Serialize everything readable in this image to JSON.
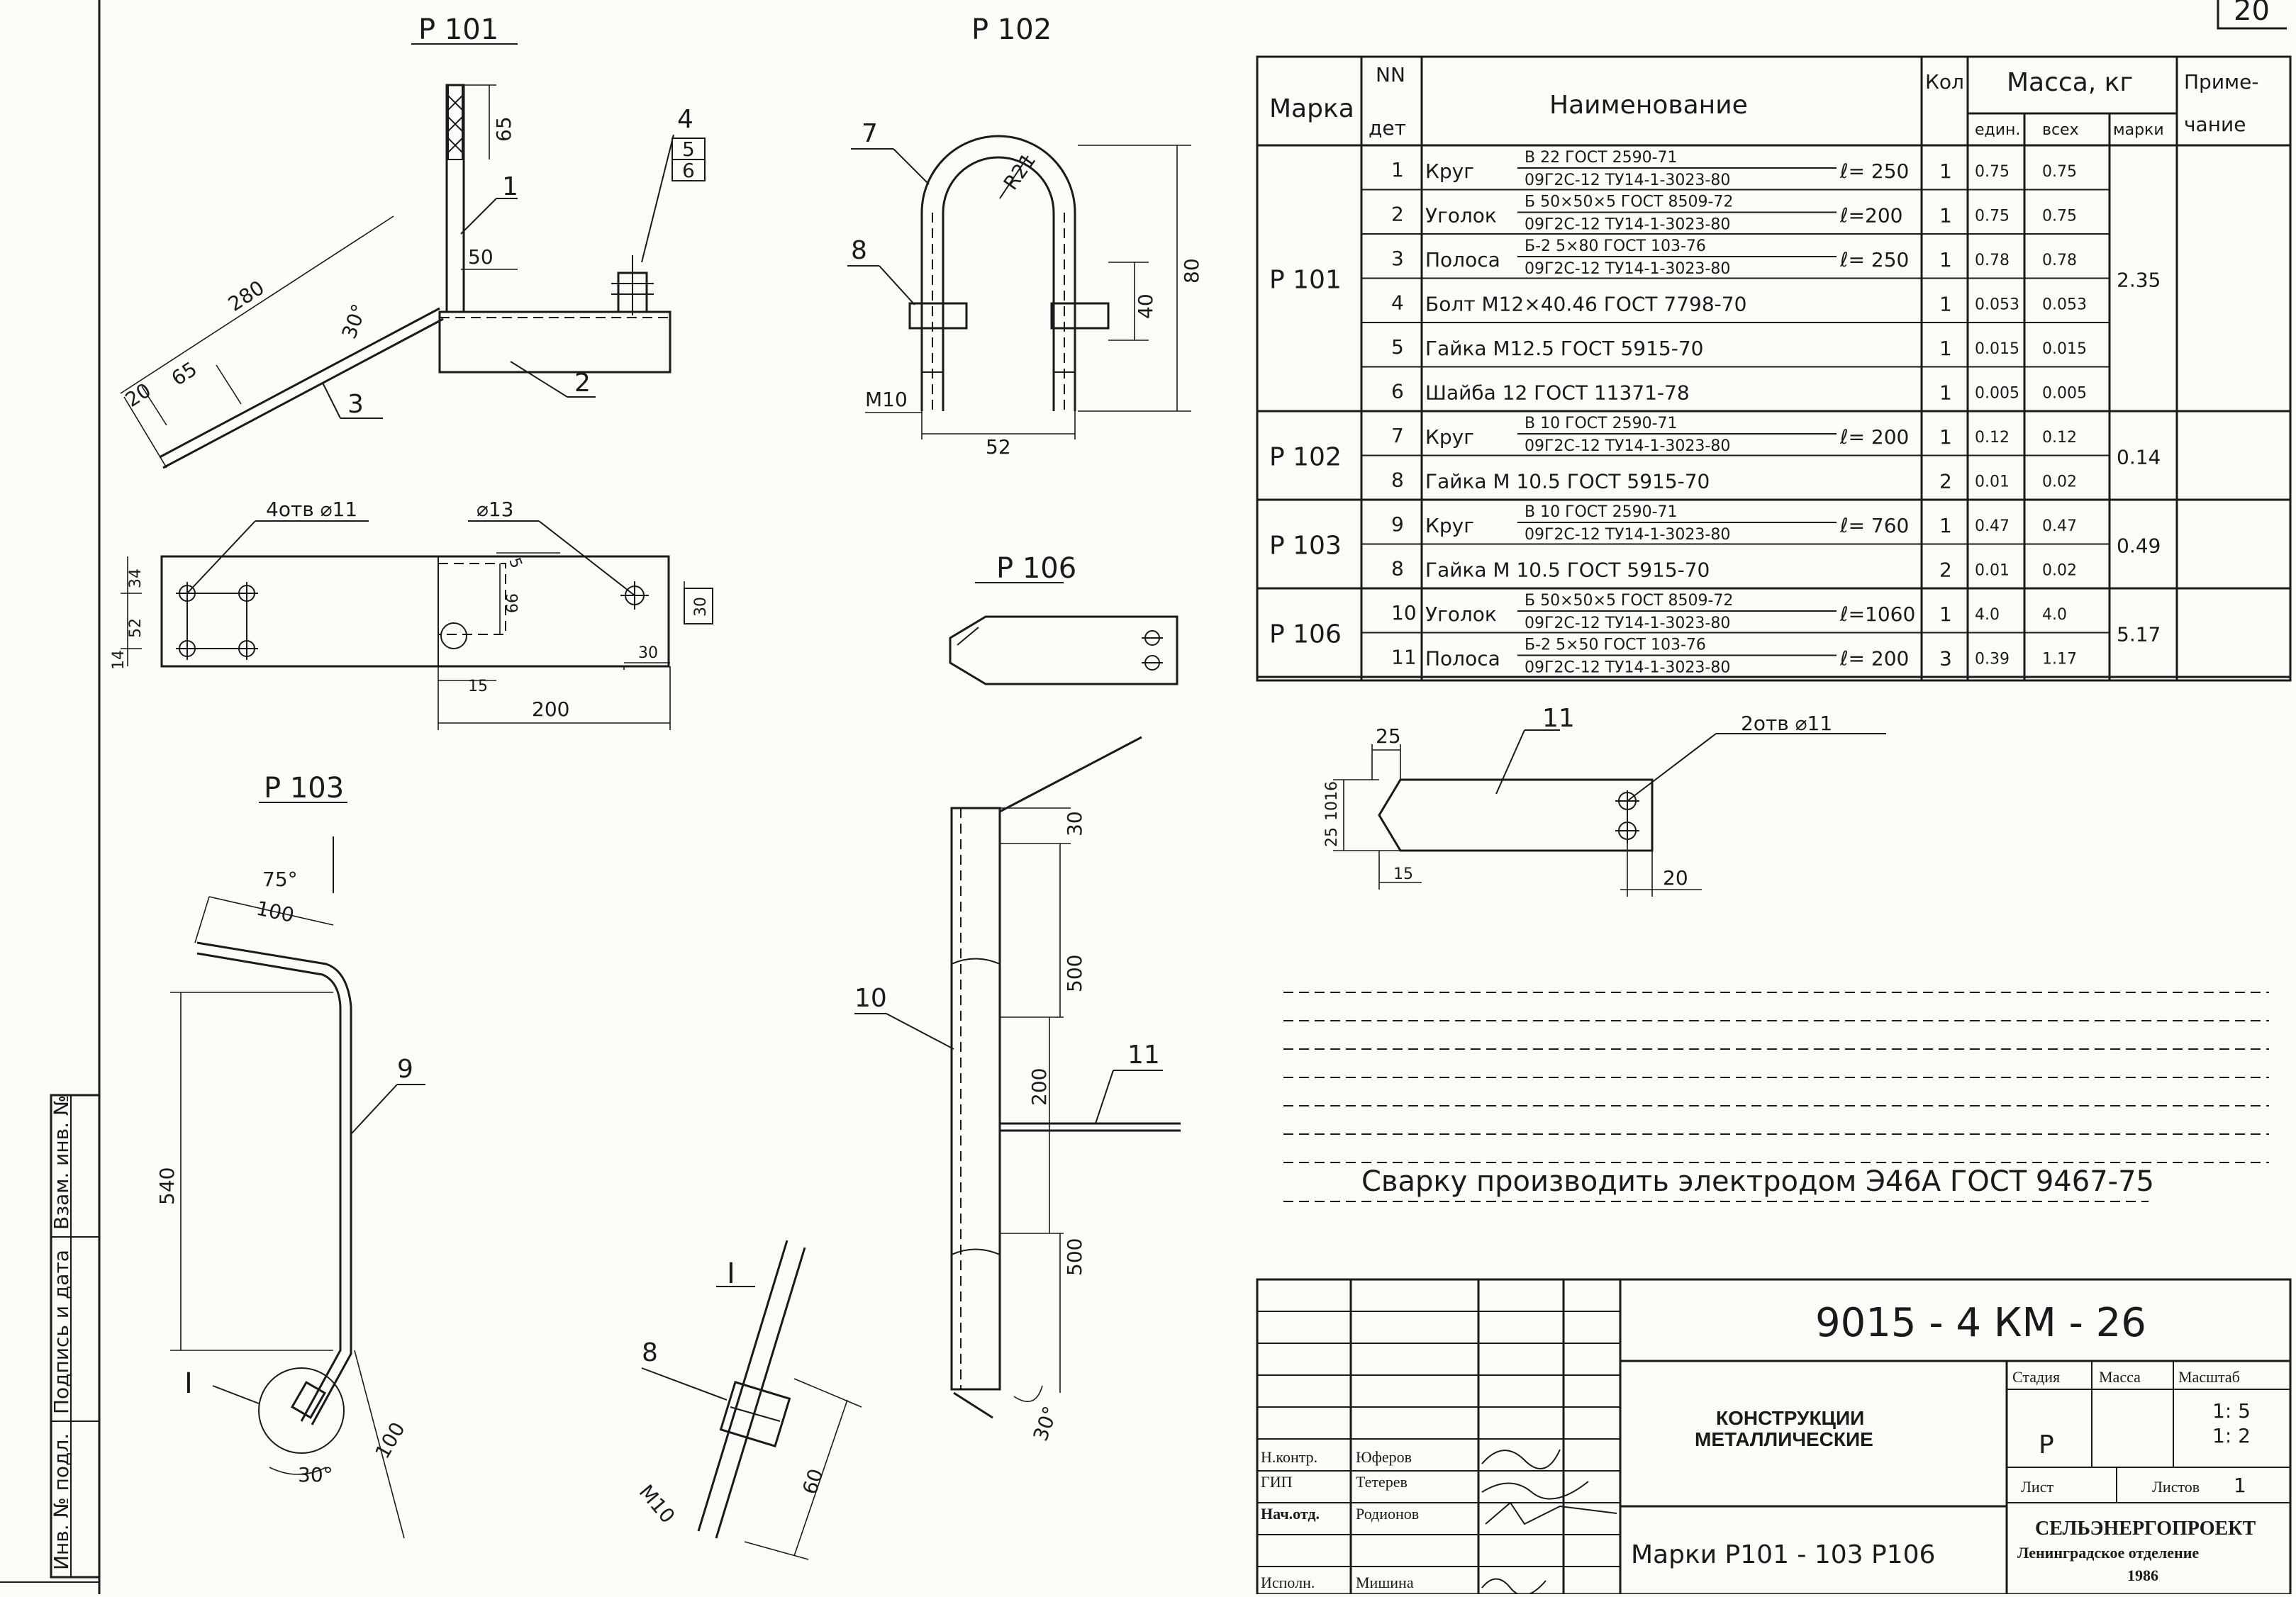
{
  "sheet_number": "20",
  "side_stamp": [
    "Инв. № подл.",
    "Подпись и дата",
    "Взам. инв. №"
  ],
  "views": {
    "p101": "Р 101",
    "p102": "Р 102",
    "p103": "Р 103",
    "p106": "Р 106",
    "detail_mark": "I"
  },
  "dims": {
    "p101": {
      "d65": "65",
      "d50": "50",
      "d280": "280",
      "d30deg": "30°",
      "d20": "20",
      "d65b": "65",
      "c1": "1",
      "c2": "2",
      "c3": "3",
      "c4": "4",
      "c5": "5",
      "c6": "6"
    },
    "p101_plate": {
      "holes": "4отв ⌀11",
      "hole13": "⌀13",
      "d34": "34",
      "d52": "52",
      "d14": "14",
      "d5": "5",
      "d66": "66",
      "d30a": "30",
      "d30b": "30",
      "d15": "15",
      "d200": "200"
    },
    "p102": {
      "c7": "7",
      "c8": "8",
      "r21": "R21",
      "d80": "80",
      "d40": "40",
      "m10": "M10",
      "d52": "52"
    },
    "p103": {
      "a75": "75°",
      "d100a": "100",
      "c9": "9",
      "d540": "540",
      "d100b": "100",
      "a30": "30°",
      "mark": "I"
    },
    "p106": {
      "d30a": "30",
      "d500a": "500",
      "c10": "10",
      "d200": "200",
      "c11": "11",
      "d500b": "500",
      "a30": "30°"
    },
    "detail": {
      "c8": "8",
      "m10": "M10",
      "d60": "60"
    },
    "strip": {
      "d25a": "25",
      "c11": "11",
      "holes": "2отв ⌀11",
      "d16": "16",
      "d10": "10",
      "d25b": "25",
      "d15": "15",
      "d20": "20"
    }
  },
  "table": {
    "headers": {
      "marka": "Марка",
      "nn": "NN",
      "det": "дет",
      "name": "Наименование",
      "kol": "Кол",
      "mass": "Масса, кг",
      "edin": "един.",
      "vseh": "всех",
      "marki": "марки",
      "prim1": "Приме-",
      "prim2": "чание"
    },
    "groups": [
      {
        "mark": "Р 101",
        "mass_mark": "2.35",
        "rows": [
          {
            "n": "1",
            "word": "Круг",
            "top": "В 22   ГОСТ 2590-71",
            "bottom": "09Г2С-12  ТУ14-1-3023-80",
            "len": "ℓ= 250",
            "kol": "1",
            "ed": "0.75",
            "vs": "0.75"
          },
          {
            "n": "2",
            "word": "Уголок",
            "top": "Б 50×50×5  ГОСТ 8509-72",
            "bottom": "09Г2С-12  ТУ14-1-3023-80",
            "len": "ℓ=200",
            "kol": "1",
            "ed": "0.75",
            "vs": "0.75"
          },
          {
            "n": "3",
            "word": "Полоса",
            "top": "Б-2  5×80  ГОСТ 103-76",
            "bottom": "09Г2С-12  ТУ14-1-3023-80",
            "len": "ℓ= 250",
            "kol": "1",
            "ed": "0.78",
            "vs": "0.78"
          },
          {
            "n": "4",
            "word": "Болт  М12×40.46   ГОСТ 7798-70",
            "top": "",
            "bottom": "",
            "len": "",
            "kol": "1",
            "ed": "0.053",
            "vs": "0.053"
          },
          {
            "n": "5",
            "word": "Гайка  М12.5        ГОСТ 5915-70",
            "top": "",
            "bottom": "",
            "len": "",
            "kol": "1",
            "ed": "0.015",
            "vs": "0.015"
          },
          {
            "n": "6",
            "word": "Шайба  12            ГОСТ 11371-78",
            "top": "",
            "bottom": "",
            "len": "",
            "kol": "1",
            "ed": "0.005",
            "vs": "0.005"
          }
        ]
      },
      {
        "mark": "Р 102",
        "mass_mark": "0.14",
        "rows": [
          {
            "n": "7",
            "word": "Круг",
            "top": "В 10   ГОСТ 2590-71",
            "bottom": "09Г2С-12  ТУ14-1-3023-80",
            "len": "ℓ= 200",
            "kol": "1",
            "ed": "0.12",
            "vs": "0.12"
          },
          {
            "n": "8",
            "word": "Гайка   М 10.5    ГОСТ 5915-70",
            "top": "",
            "bottom": "",
            "len": "",
            "kol": "2",
            "ed": "0.01",
            "vs": "0.02"
          }
        ]
      },
      {
        "mark": "Р 103",
        "mass_mark": "0.49",
        "rows": [
          {
            "n": "9",
            "word": "Круг",
            "top": "В 10    ГОСТ 2590-71",
            "bottom": "09Г2С-12  ТУ14-1-3023-80",
            "len": "ℓ= 760",
            "kol": "1",
            "ed": "0.47",
            "vs": "0.47"
          },
          {
            "n": "8",
            "word": "Гайка   М 10.5        ГОСТ 5915-70",
            "top": "",
            "bottom": "",
            "len": "",
            "kol": "2",
            "ed": "0.01",
            "vs": "0.02"
          }
        ]
      },
      {
        "mark": "Р 106",
        "mass_mark": "5.17",
        "rows": [
          {
            "n": "10",
            "word": "Уголок",
            "top": "Б 50×50×5  ГОСТ 8509-72",
            "bottom": "09Г2С-12  ТУ14-1-3023-80",
            "len": "ℓ=1060",
            "kol": "1",
            "ed": "4.0",
            "vs": "4.0"
          },
          {
            "n": "11",
            "word": "Полоса",
            "top": "Б-2  5×50   ГОСТ 103-76",
            "bottom": "09Г2С-12  ТУ14-1-3023-80",
            "len": "ℓ= 200",
            "kol": "3",
            "ed": "0.39",
            "vs": "1.17"
          }
        ]
      }
    ]
  },
  "note": "Сварку производить электродом Э46А ГОСТ 9467-75",
  "title_block": {
    "code": "9015 - 4  КМ - 26",
    "subject1": "КОНСТРУКЦИИ",
    "subject2": "МЕТАЛЛИЧЕСКИЕ",
    "drawing_title": "Марки  Р101 - 103   Р106",
    "stage_label": "Стадия",
    "mass_label": "Масса",
    "scale_label": "Масштаб",
    "stage": "Р",
    "scale1": "1: 5",
    "scale2": "1: 2",
    "sheet_label": "Лист",
    "sheets_label": "Листов",
    "sheets": "1",
    "org1": "СЕЛЬЭНЕРГОПРОЕКТ",
    "org2": "Ленинградское отделение",
    "year": "1986",
    "people": [
      {
        "role": "Н.контр.",
        "name": "Юферов"
      },
      {
        "role": "ГИП",
        "name": "Тетерев"
      },
      {
        "role": "Нач.отд.",
        "name": "Родионов"
      },
      {
        "role": "Исполн.",
        "name": "Мишина"
      }
    ]
  }
}
